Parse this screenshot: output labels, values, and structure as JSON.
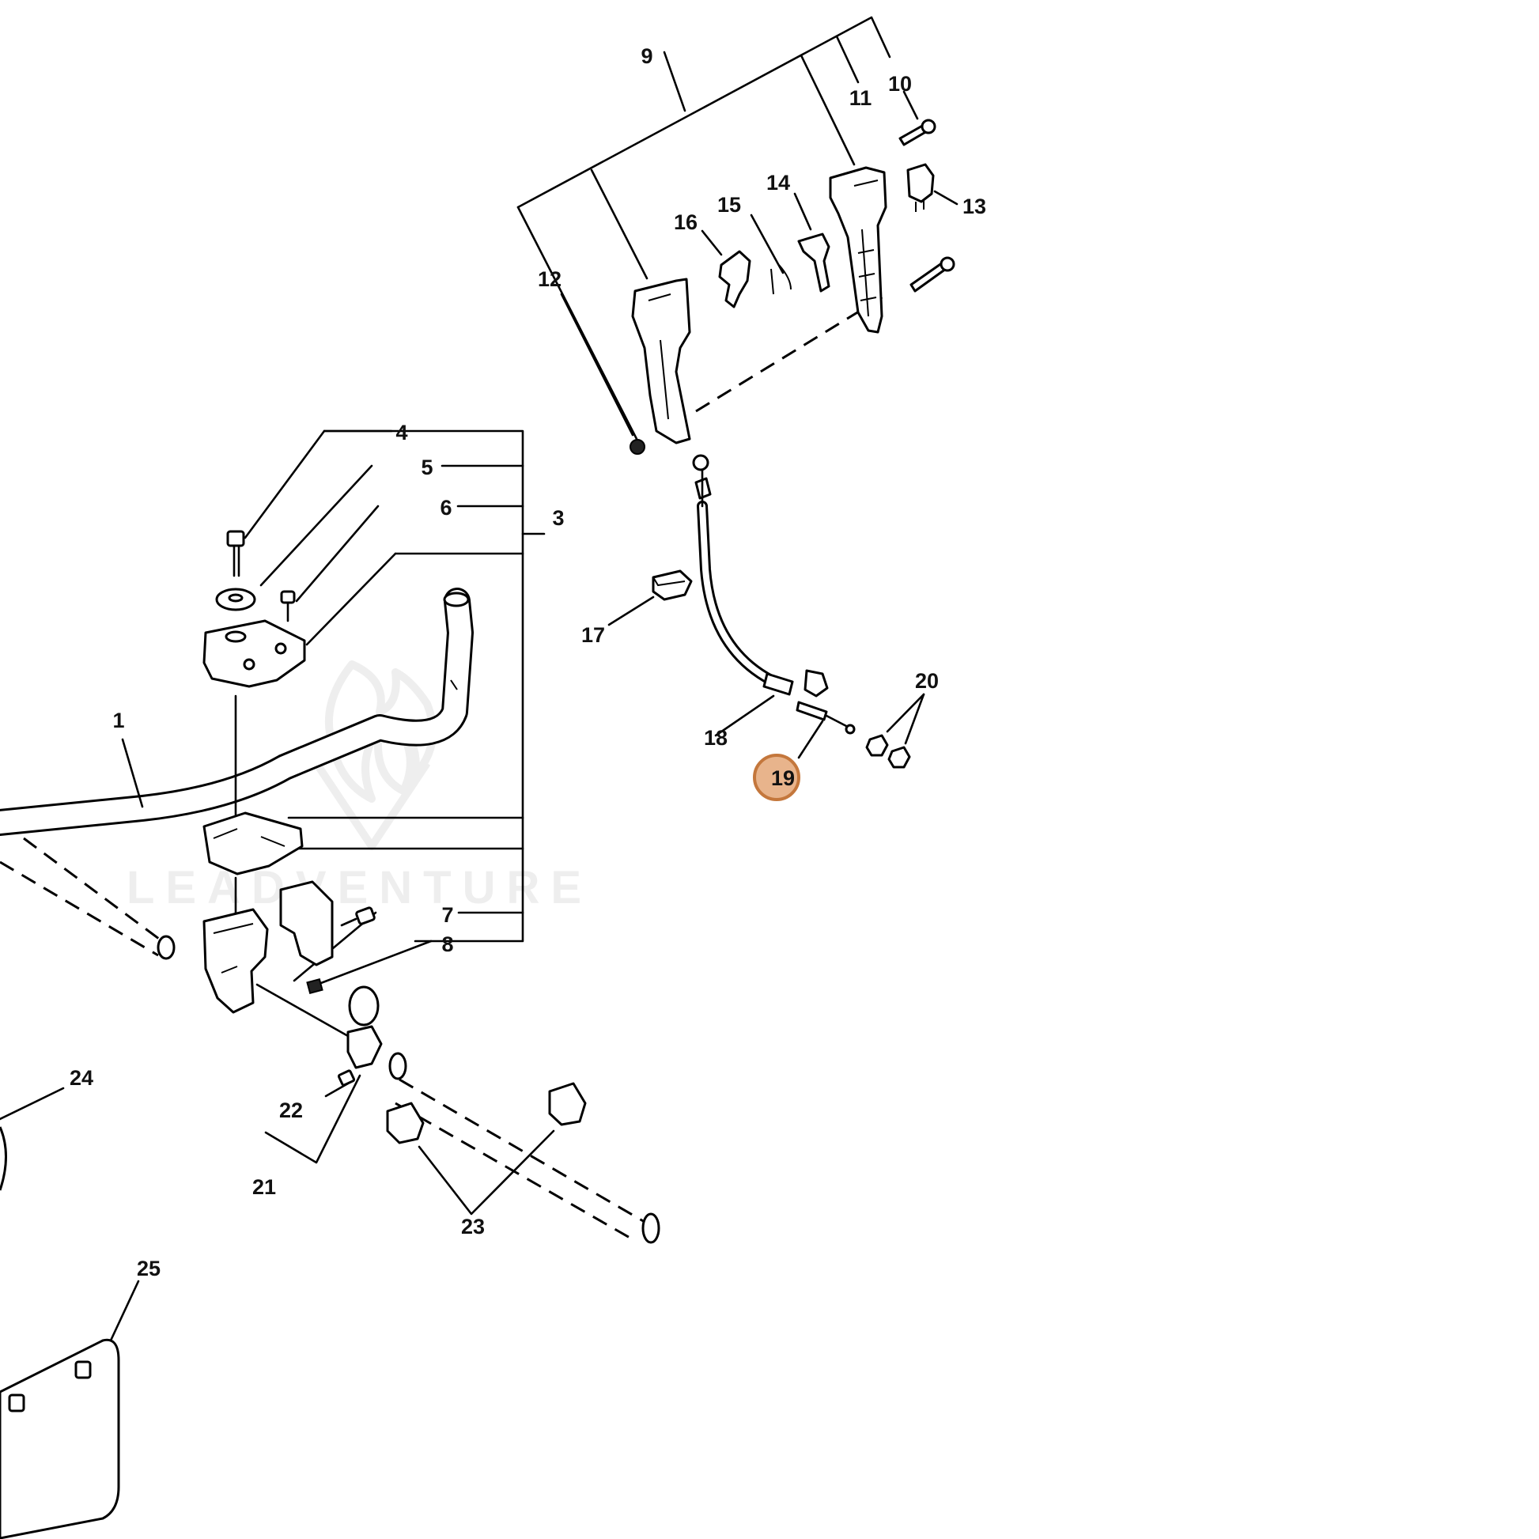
{
  "watermark": {
    "text": "LEADVENTURE"
  },
  "highlight_color": "#e8b48c",
  "callouts": {
    "c1": "1",
    "c3": "3",
    "c4": "4",
    "c5": "5",
    "c6": "6",
    "c7": "7",
    "c8": "8",
    "c9": "9",
    "c10": "10",
    "c11": "11",
    "c12": "12",
    "c13": "13",
    "c14": "14",
    "c15": "15",
    "c16": "16",
    "c17": "17",
    "c18": "18",
    "c19": "19",
    "c20": "20",
    "c21": "21",
    "c22": "22",
    "c23": "23",
    "c24": "24",
    "c25": "25"
  },
  "highlighted_part": "19"
}
